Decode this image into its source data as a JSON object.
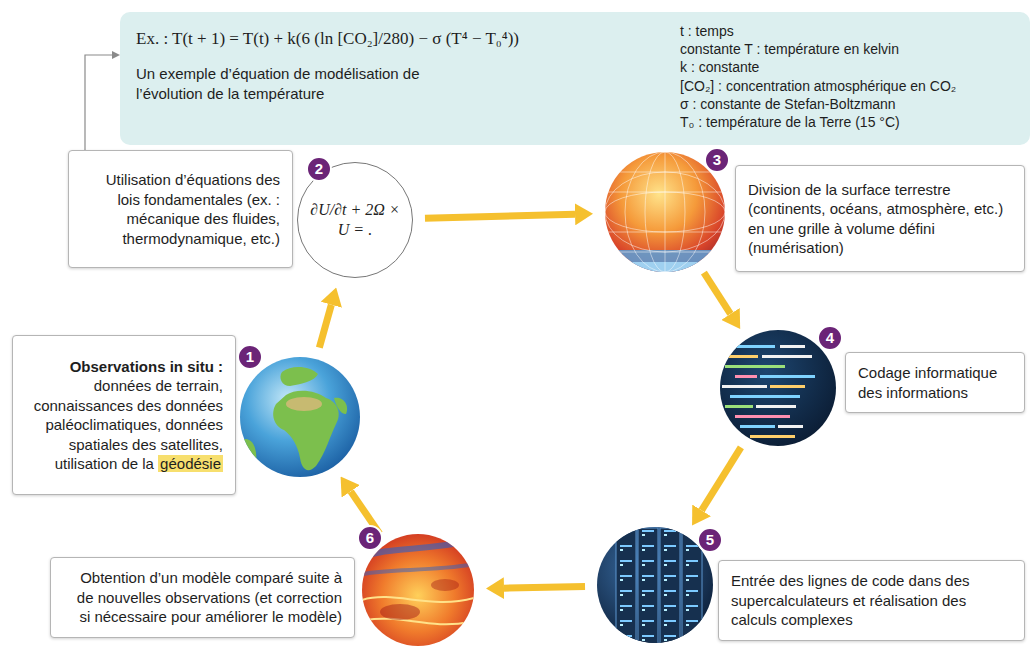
{
  "diagram": {
    "nodes": [
      {
        "text": [
          "Ex. : T(t + 1) = T(t) + k(6 (ln [CO₂]/280) − σ (T⁴ − T₀⁴))",
          "Un exemple d’équation de modélisation de l’évolution de la température",
          "t : temps",
          "constante T : température en kelvin",
          "k : constante",
          "[CO₂] : concentration atmosphérique en CO₂",
          "σ : constante de Stefan-Boltzmann",
          "T₀ : température de la Terre (15 °C)"
        ]
      },
      {
        "text": [
          "Utilisation d’équations des lois fondamentales (ex. : mécanique des fluides, thermodynamique, etc.)"
        ]
      },
      {
        "text": [
          "2",
          "∂U/∂t + 2Ω × U = ."
        ]
      },
      {
        "text": [
          "3"
        ]
      },
      {
        "text": [
          "Division de la surface terrestre (continents, océans, atmosphère, etc.) en une grille à volume défini (numérisation)"
        ]
      },
      {
        "text": [
          "4"
        ]
      },
      {
        "text": [
          "Codage informatique des informations"
        ]
      },
      {
        "text": [
          "Observations in situ :",
          "données de terrain, connaissances des données paléoclimatiques, données spatiales des satellites, utilisation de la",
          "géodésie"
        ]
      },
      {
        "text": [
          "1"
        ]
      },
      {
        "text": [
          "5"
        ]
      },
      {
        "text": [
          "Entrée des lignes de code dans des supercalculateurs et réalisation des calculs complexes"
        ]
      },
      {
        "text": [
          "Obtention d’un modèle comparé suite à de nouvelles observations (et correction si nécessaire pour améliorer le modèle)"
        ]
      },
      {
        "text": [
          "6"
        ]
      }
    ],
    "edges": [
      {
        "from": 1,
        "to": 0,
        "arrow": "to"
      },
      {
        "from": 8,
        "to": 2,
        "arrow": "to"
      },
      {
        "from": 2,
        "to": 3,
        "arrow": "to"
      },
      {
        "from": 3,
        "to": 5,
        "arrow": "to"
      },
      {
        "from": 5,
        "to": 9,
        "arrow": "to"
      },
      {
        "from": 9,
        "to": 12,
        "arrow": "to"
      },
      {
        "from": 12,
        "to": 8,
        "arrow": "to"
      }
    ]
  }
}
